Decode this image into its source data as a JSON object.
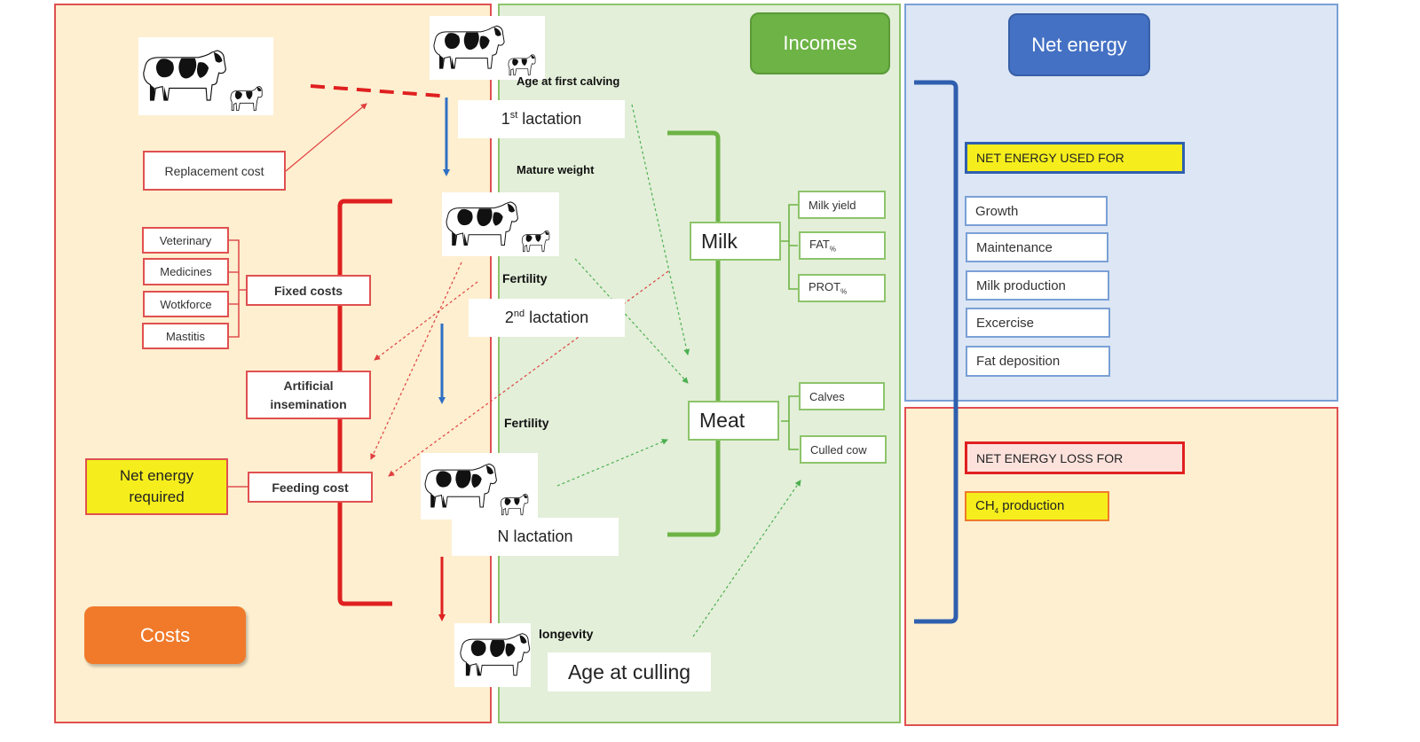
{
  "panels": {
    "costs_title": "Costs",
    "incomes_title": "Incomes",
    "net_energy_title": "Net energy"
  },
  "colors": {
    "costs_bg": "#fdefd0",
    "costs_border": "#e05050",
    "incomes_bg": "#e3efd9",
    "incomes_border": "#8dc46a",
    "net_energy_bg": "#dce6f4",
    "net_energy_border": "#7aa0d6",
    "costs_pill": "#f07a2a",
    "incomes_pill": "#6db345",
    "net_energy_pill": "#4471c4",
    "highlight_yellow": "#f5ee1c"
  },
  "costs": {
    "replacement_cost": "Replacement cost",
    "veterinary": "Veterinary",
    "medicines": "Medicines",
    "workforce": "Wotkforce",
    "mastitis": "Mastitis",
    "fixed_costs": "Fixed costs",
    "artificial_insemination": "Artificial insemination",
    "feeding_cost": "Feeding cost",
    "net_energy_required": "Net energy required"
  },
  "lifecycle": {
    "age_first_calving": "Age at first calving",
    "first_lactation": "1st lactation",
    "mature_weight": "Mature weight",
    "fertility_1": "Fertility",
    "second_lactation": "2nd lactation",
    "fertility_2": "Fertility",
    "n_lactation": "N lactation",
    "longevity": "longevity",
    "age_at_culling": "Age at culling"
  },
  "incomes": {
    "milk": "Milk",
    "milk_yield": "Milk yield",
    "fat": "FAT%",
    "prot": "PROT%",
    "meat": "Meat",
    "calves": "Calves",
    "culled_cow": "Culled cow"
  },
  "net_energy": {
    "used_for_title": "NET ENERGY USED FOR",
    "used_for": [
      "Growth",
      "Maintenance",
      "Milk production",
      "Excercise",
      "Fat deposition"
    ],
    "loss_for_title": "NET ENERGY LOSS FOR",
    "ch4": "CH4 production"
  },
  "icons": [
    "cow-with-calf-icon"
  ]
}
